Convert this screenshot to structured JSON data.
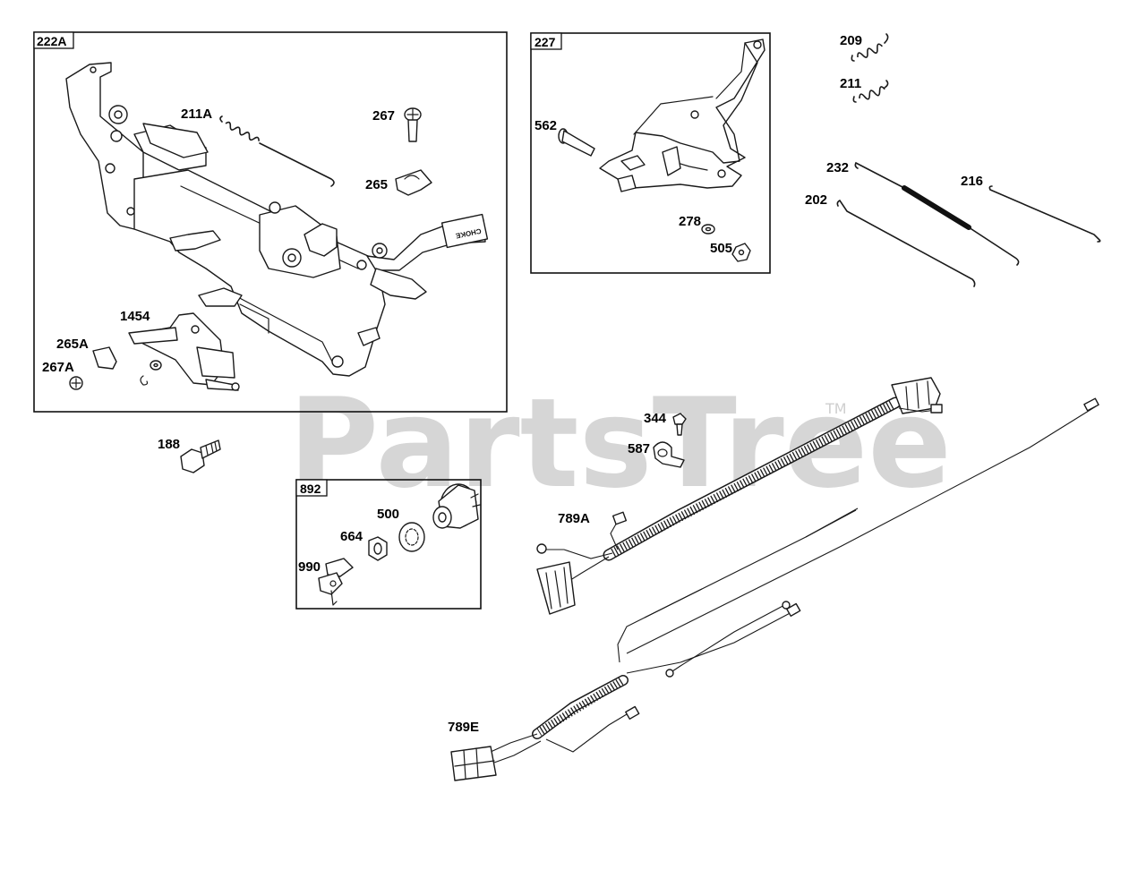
{
  "watermark": {
    "text": "PartsTree",
    "trademark": "TM"
  },
  "groups": [
    {
      "id": "222A"
    },
    {
      "id": "227"
    },
    {
      "id": "892"
    }
  ],
  "callouts": {
    "p211A": "211A",
    "p267": "267",
    "p265": "265",
    "p1454": "1454",
    "p265A": "265A",
    "p267A": "267A",
    "p562": "562",
    "p278": "278",
    "p505": "505",
    "p209": "209",
    "p211": "211",
    "p232": "232",
    "p202": "202",
    "p216": "216",
    "p188": "188",
    "p344": "344",
    "p587": "587",
    "p789A": "789A",
    "p500": "500",
    "p664": "664",
    "p990": "990",
    "p789E": "789E"
  },
  "decal_text": "CHOKE"
}
